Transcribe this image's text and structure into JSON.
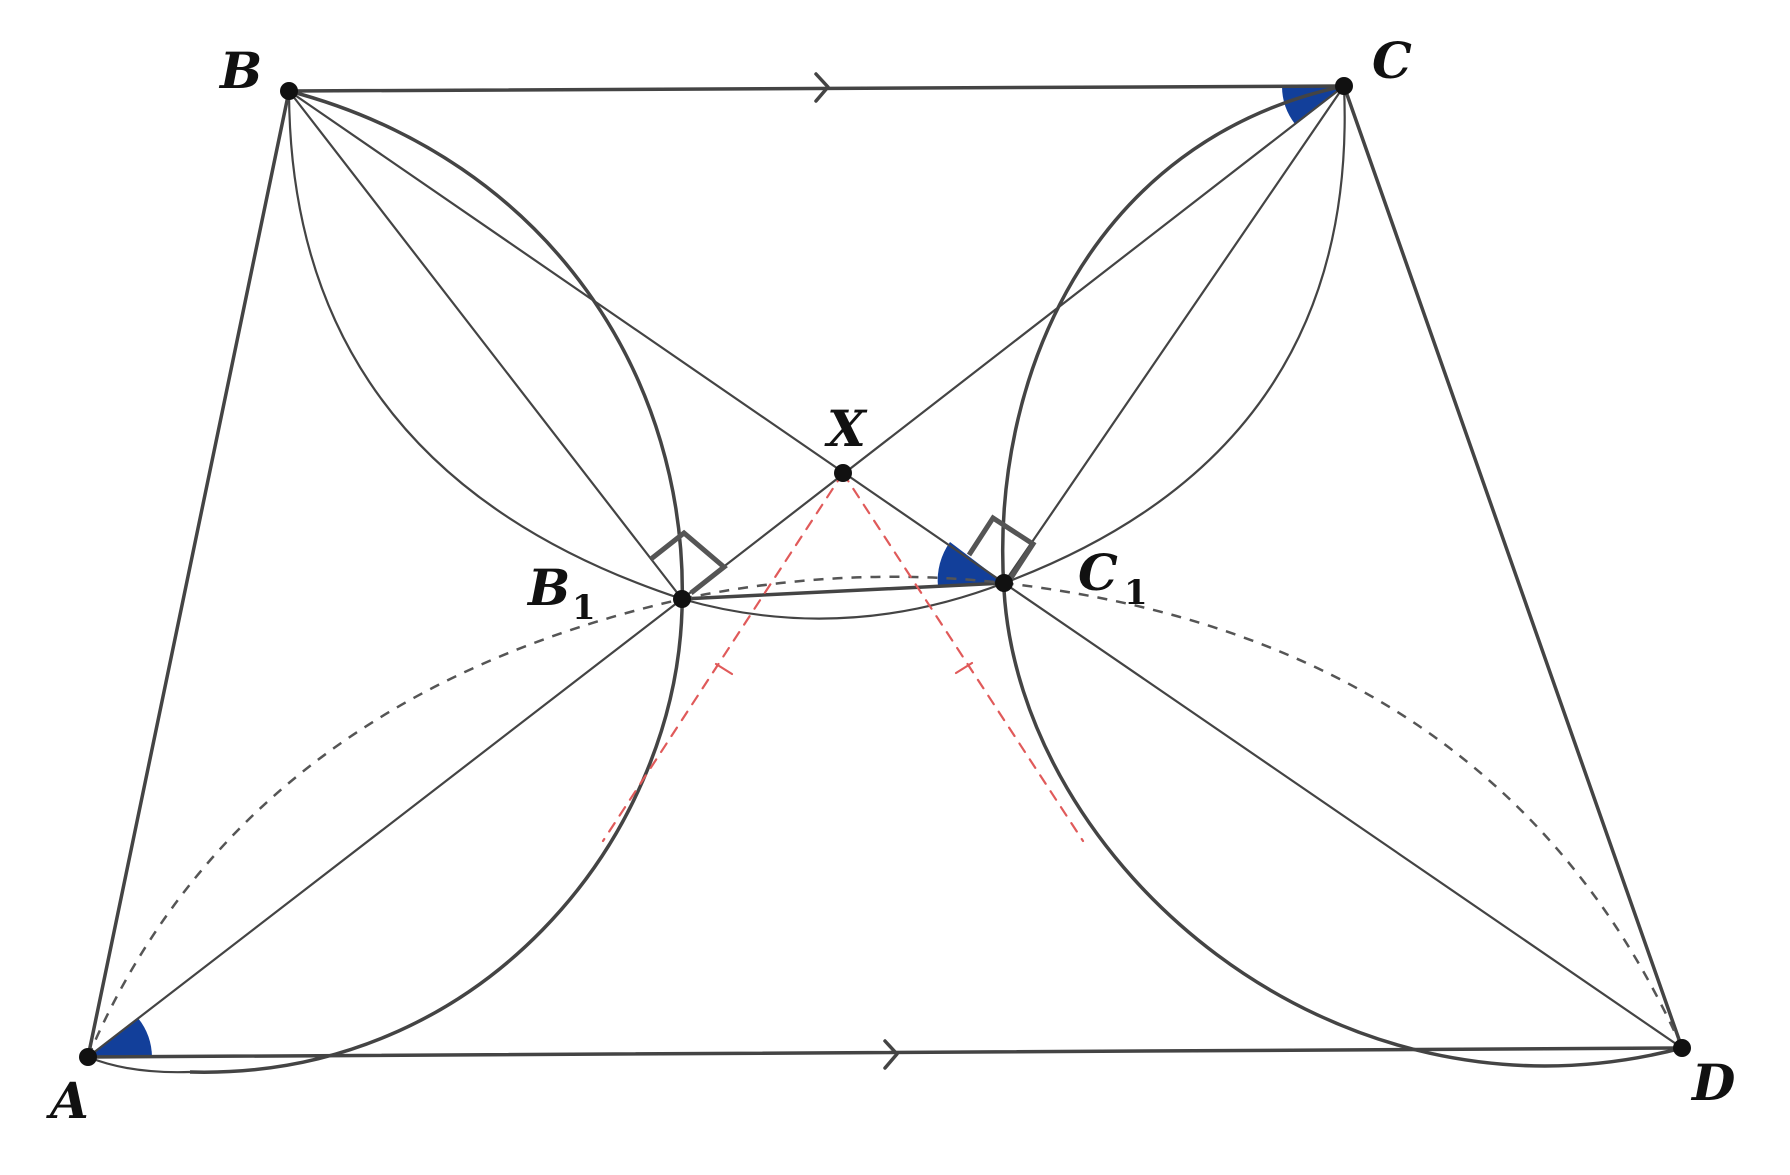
{
  "points": {
    "A": {
      "label": "A"
    },
    "B": {
      "label": "B"
    },
    "C": {
      "label": "C"
    },
    "D": {
      "label": "D"
    },
    "X": {
      "label": "X"
    },
    "B1": {
      "label": "B",
      "subscript": "1"
    },
    "C1": {
      "label": "C",
      "subscript": "1"
    }
  },
  "colors": {
    "line": "#444444",
    "dashed_gray": "#555555",
    "dashed_red": "#e05a5a",
    "angle_fill": "#123f9a",
    "point": "#111111"
  }
}
